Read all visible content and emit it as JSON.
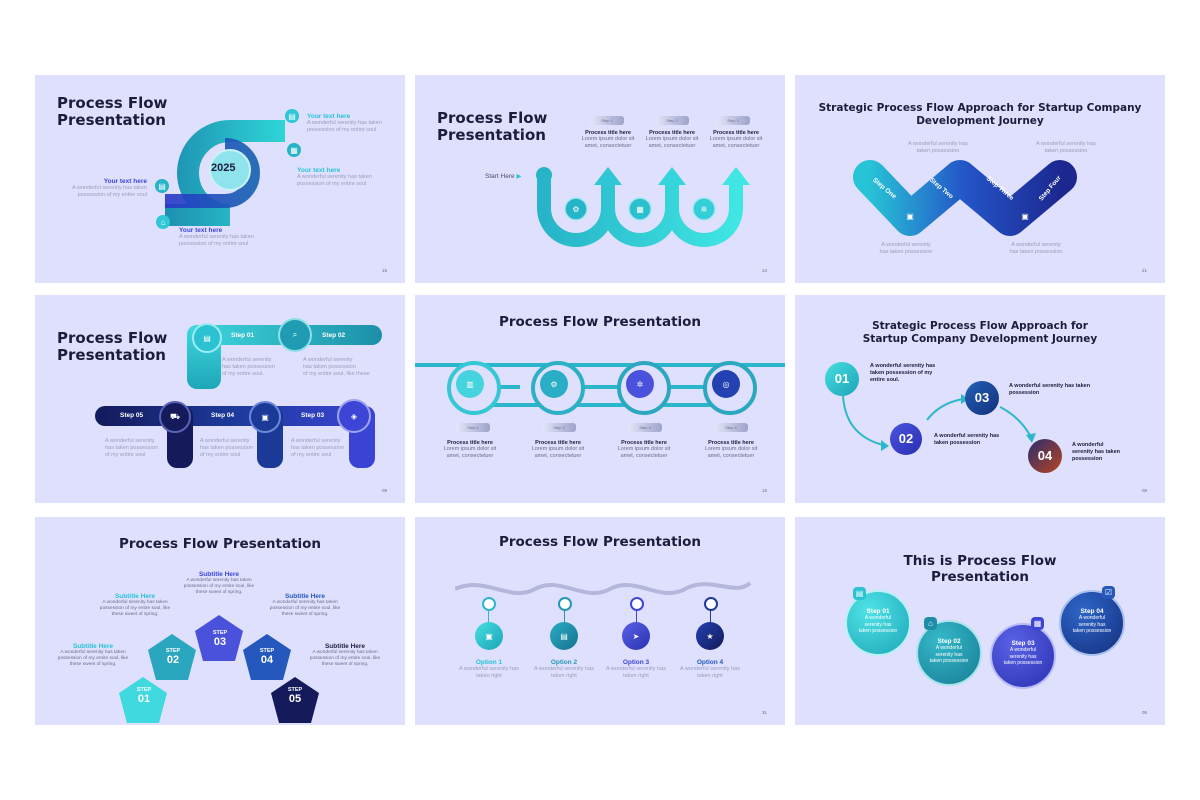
{
  "s1": {
    "title_l1": "Process Flow",
    "title_l2": "Presentation",
    "year": "2025",
    "items": [
      {
        "title": "Your text here",
        "desc_l1": "A wonderful serenity has taken",
        "desc_l2": "possession of my entire soul"
      },
      {
        "title": "Your text here",
        "desc_l1": "A wonderful serenity has taken",
        "desc_l2": "possession of my entire soul"
      },
      {
        "title": "Your text here",
        "desc_l1": "A wonderful serenity has taken",
        "desc_l2": "possession of my entire soul"
      },
      {
        "title": "Your text here",
        "desc_l1": "A wonderful serenity has taken",
        "desc_l2": "possession of my entire soul"
      }
    ],
    "page": "15"
  },
  "s2": {
    "title_l1": "Process Flow",
    "title_l2": "Presentation",
    "start": "Start Here",
    "steps": [
      {
        "chip": "Step 1",
        "title": "Process title here",
        "desc_l1": "Lorem ipsum dolor sit",
        "desc_l2": "amet, consectetuer"
      },
      {
        "chip": "Step 2",
        "title": "Process title here",
        "desc_l1": "Lorem ipsum dolor sit",
        "desc_l2": "amet, consectetuer"
      },
      {
        "chip": "Step 3",
        "title": "Process title here",
        "desc_l1": "Lorem ipsum dolor sit",
        "desc_l2": "amet, consectetuer"
      }
    ],
    "page": "24"
  },
  "s3": {
    "title_l1": "Strategic Process Flow Approach for Startup Company",
    "title_l2": "Development Journey",
    "steps": [
      "Step One",
      "Step Two",
      "Step Three",
      "Step Four"
    ],
    "notes": [
      {
        "l1": "A wonderful serenity has",
        "l2": "taken possession"
      },
      {
        "l1": "A wonderful serenity has",
        "l2": "taken possession"
      },
      {
        "l1": "A wonderful serenity",
        "l2": "has taken possession"
      },
      {
        "l1": "A wonderful serenity",
        "l2": "has taken possession"
      }
    ],
    "page": "21"
  },
  "s4": {
    "title_l1": "Process Flow",
    "title_l2": "Presentation",
    "steps": [
      "Step 01",
      "Step 02",
      "Step 03",
      "Step 04",
      "Step 05"
    ],
    "desc": {
      "l1": "A wonderful serenity",
      "l2": "has taken possession",
      "l3": "of my entire soul."
    },
    "desc_alt": {
      "l1": "A wonderful serenity",
      "l2": "has taken possession",
      "l3": "of my entire soul, like these"
    },
    "desc_last": {
      "l1": "A wonderful serenity",
      "l2": "has taken possession",
      "l3": "of my entire soul"
    },
    "page": "09"
  },
  "s5": {
    "title": "Process Flow Presentation",
    "steps": [
      {
        "chip": "Step 1",
        "title": "Process title here",
        "desc_l1": "Lorem ipsum dolor sit",
        "desc_l2": "amet, consectetuer"
      },
      {
        "chip": "Step 2",
        "title": "Process title here",
        "desc_l1": "Lorem ipsum dolor sit",
        "desc_l2": "amet, consectetuer"
      },
      {
        "chip": "Step 3",
        "title": "Process title here",
        "desc_l1": "Lorem ipsum dolor sit",
        "desc_l2": "amet, consectetuer"
      },
      {
        "chip": "Step 4",
        "title": "Process title here",
        "desc_l1": "Lorem ipsum dolor sit",
        "desc_l2": "amet, consectetuer"
      }
    ],
    "page": "16"
  },
  "s6": {
    "title_l1": "Strategic Process Flow Approach for",
    "title_l2": "Startup Company Development Journey",
    "steps": [
      {
        "num": "01",
        "l1": "A wonderful serenity has",
        "l2": "taken possession of my",
        "l3": "entire soul."
      },
      {
        "num": "02",
        "l1": "A wonderful serenity has",
        "l2": "taken possession",
        "l3": ""
      },
      {
        "num": "03",
        "l1": "A wonderful serenity has taken",
        "l2": "possession",
        "l3": ""
      },
      {
        "num": "04",
        "l1": "A wonderful",
        "l2": "serenity has taken",
        "l3": "possession"
      }
    ],
    "page": "08"
  },
  "s7": {
    "title": "Process Flow Presentation",
    "step_word": "STEP",
    "nums": [
      "01",
      "02",
      "03",
      "04",
      "05"
    ],
    "subtitles": [
      {
        "title": "Subtitle Here",
        "l1": "A wonderful serenity has taken",
        "l2": "possession of my entire soul, like",
        "l3": "these sweet of spring."
      },
      {
        "title": "Subtitle Here",
        "l1": "A wonderful serenity has taken",
        "l2": "possession of my entire soul, like",
        "l3": "these sweet of spring."
      },
      {
        "title": "Subtitle Here",
        "l1": "A wonderful serenity has taken",
        "l2": "possession of my entire soul, like",
        "l3": "these sweet of spring."
      },
      {
        "title": "Subtitle Here",
        "l1": "A wonderful serenity has taken",
        "l2": "possession of my entire soul, like",
        "l3": "these sweet of spring."
      },
      {
        "title": "Subtitle Here",
        "l1": "A wonderful serenity has taken",
        "l2": "possession of my entire soul, like",
        "l3": "these sweet of spring."
      }
    ]
  },
  "s8": {
    "title": "Process Flow Presentation",
    "options": [
      {
        "label": "Option 1",
        "l1": "A wonderful serenity has",
        "l2": "taken right"
      },
      {
        "label": "Option 2",
        "l1": "A wonderful serenity has",
        "l2": "taken right"
      },
      {
        "label": "Option 3",
        "l1": "A wonderful serenity has",
        "l2": "taken right"
      },
      {
        "label": "Option 4",
        "l1": "A wonderful serenity has",
        "l2": "taken right"
      }
    ],
    "page": "31"
  },
  "s9": {
    "title_l1": "This is Process Flow",
    "title_l2": "Presentation",
    "steps": [
      {
        "title": "Step 01",
        "l1": "A wonderful",
        "l2": "serenity has",
        "l3": "taken possession"
      },
      {
        "title": "Step 02",
        "l1": "A wonderful",
        "l2": "serenity has",
        "l3": "taken possession"
      },
      {
        "title": "Step 03",
        "l1": "A wonderful",
        "l2": "serenity has",
        "l3": "taken possession"
      },
      {
        "title": "Step 04",
        "l1": "A wonderful",
        "l2": "serenity has",
        "l3": "taken possession"
      }
    ],
    "page": "05"
  },
  "colors": {
    "cyan": "#27c3d6",
    "teal": "#1c9bb0",
    "blue": "#3c45d6",
    "navy": "#141a5a",
    "bg": "#dfe0fd"
  }
}
